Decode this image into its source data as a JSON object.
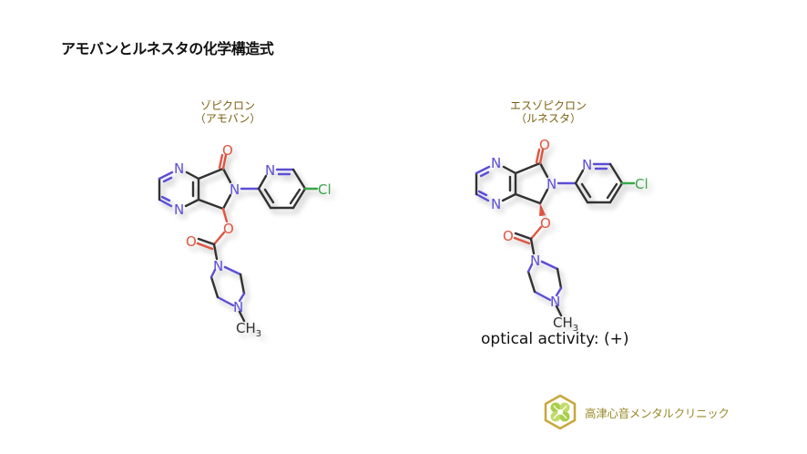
{
  "page": {
    "title": "アモバンとルネスタの化学構造式"
  },
  "molecules": [
    {
      "name": "ゾピクロン",
      "brand": "（アモバン）",
      "atoms": {
        "O_carbonyl": "O",
        "N_imide": "N",
        "N_pyrazine_1": "N",
        "N_pyrazine_2": "N",
        "N_pyridine": "N",
        "Cl": "Cl",
        "O_ester": "O",
        "O_carbamate": "O",
        "N_pip_1": "N",
        "N_pip_2": "N",
        "methyl": "CH",
        "methyl_sub": "3"
      },
      "stereo": "racemic"
    },
    {
      "name": "エスゾピクロン",
      "brand": "（ルネスタ）",
      "atoms": {
        "O_carbonyl": "O",
        "N_imide": "N",
        "N_pyrazine_1": "N",
        "N_pyrazine_2": "N",
        "N_pyridine": "N",
        "Cl": "Cl",
        "O_ester": "O",
        "O_carbamate": "O",
        "N_pip_1": "N",
        "N_pip_2": "N",
        "methyl": "CH",
        "methyl_sub": "3"
      },
      "stereo": "S (wedge bond)",
      "optical_activity": "optical activity: (+)"
    }
  ],
  "colors": {
    "caption": "#7a5f0e",
    "nitrogen": "#5b4fd6",
    "oxygen": "#e0553f",
    "chlorine": "#3aa64a",
    "bond": "#333333",
    "logo": "#9a8a2a"
  },
  "logo": {
    "text": "高津心音メンタルクリニック",
    "icon": "hexagon-clover-icon"
  }
}
